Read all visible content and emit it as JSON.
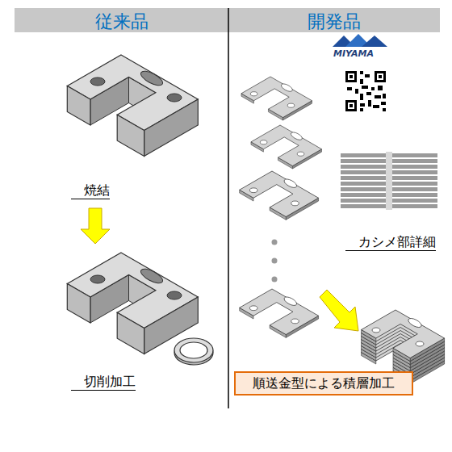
{
  "diagram": {
    "nodes": [
      {
        "text": [
          "従来品"
        ]
      },
      {
        "text": [
          "開発品"
        ]
      },
      {
        "text": [
          "順送金型による積層加工"
        ]
      }
    ],
    "labels": [
      "焼結",
      "切削加工",
      "カシメ部詳細",
      "MIYAMA"
    ]
  }
}
